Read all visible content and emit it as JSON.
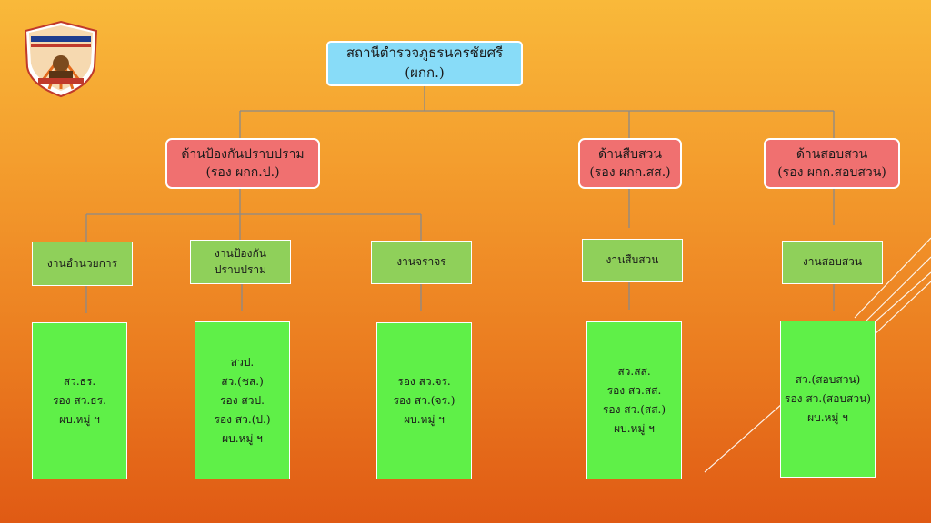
{
  "top": {
    "line1": "สถานีตำรวจภูธรนครชัยศรี",
    "line2": "(ผกก.)"
  },
  "divisions": [
    {
      "line1": "ด้านป้องกันปราบปราม",
      "line2": "(รอง ผกก.ป.)"
    },
    {
      "line1": "ด้านสืบสวน",
      "line2": "(รอง ผกก.สส.)"
    },
    {
      "line1": "ด้านสอบสวน",
      "line2": "(รอง ผกก.สอบสวน)"
    }
  ],
  "units": [
    {
      "line1": "งานอำนวยการ",
      "line2": ""
    },
    {
      "line1": "งานป้องกัน",
      "line2": "ปราบปราม"
    },
    {
      "line1": "งานจราจร",
      "line2": ""
    },
    {
      "line1": "งานสืบสวน",
      "line2": ""
    },
    {
      "line1": "งานสอบสวน",
      "line2": ""
    }
  ],
  "staff": [
    [
      "สว.ธร.",
      "รอง สว.ธร.",
      "ผบ.หมู่ ฯ"
    ],
    [
      "สวป.",
      "สว.(ชส.)",
      "รอง สวป.",
      "รอง สว.(ป.)",
      "ผบ.หมู่ ฯ"
    ],
    [
      "รอง สว.จร.",
      "รอง สว.(จร.)",
      "ผบ.หมู่ ฯ"
    ],
    [
      "สว.สส.",
      "รอง สว.สส.",
      "รอง สว.(สส.)",
      "ผบ.หมู่ ฯ"
    ],
    [
      "สว.(สอบสวน)",
      "รอง สว.(สอบสวน)",
      "ผบ.หมู่ ฯ"
    ]
  ],
  "colors": {
    "background_top": "#f9b93a",
    "background_bottom": "#e05a14",
    "top_box": "#88dcf8",
    "division_box": "#f07070",
    "unit_box": "#8fd05a",
    "staff_box": "#5ff048",
    "connector": "#8a8a8a"
  },
  "logo": {
    "icon": "police-shield-logo"
  }
}
